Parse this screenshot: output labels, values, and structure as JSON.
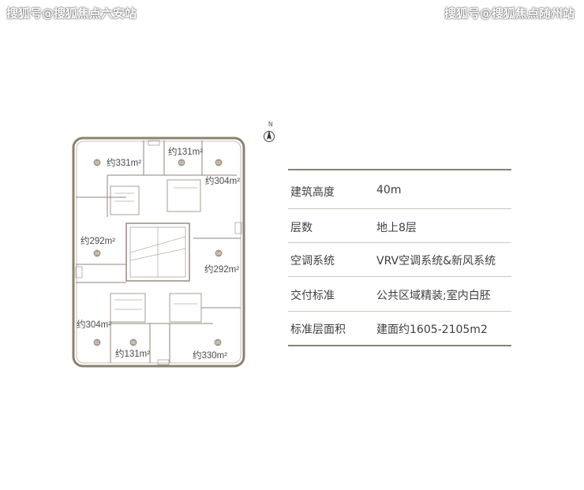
{
  "watermark": {
    "left": "搜狐号@搜狐焦点六安站",
    "right": "搜狐号@搜狐焦点随州站"
  },
  "compass": {
    "north_label": "N"
  },
  "floor_plan": {
    "units": [
      {
        "id": "02",
        "label": "约331m²"
      },
      {
        "id": "03",
        "label": "约131m²"
      },
      {
        "id": "01",
        "label": "约304m²"
      },
      {
        "id": "04",
        "label": "约292m²"
      },
      {
        "id": "04",
        "label": "约292m²"
      },
      {
        "id": "01",
        "label": "约304m²"
      },
      {
        "id": "06",
        "label": "约131m²"
      },
      {
        "id": "05",
        "label": "约330m²"
      }
    ]
  },
  "specs": [
    {
      "key": "建筑高度",
      "value": "40m"
    },
    {
      "key": "层数",
      "value": "地上8层"
    },
    {
      "key": "空调系统",
      "value": "VRV空调系统&新风系统"
    },
    {
      "key": "交付标准",
      "value": "公共区域精装;室内白胚"
    },
    {
      "key": "标准层面积",
      "value": "建面约1605-2105m2"
    }
  ],
  "colors": {
    "wall": "#8b8173",
    "unit_badge": "#a69a8a",
    "line": "#cfc8bf"
  }
}
